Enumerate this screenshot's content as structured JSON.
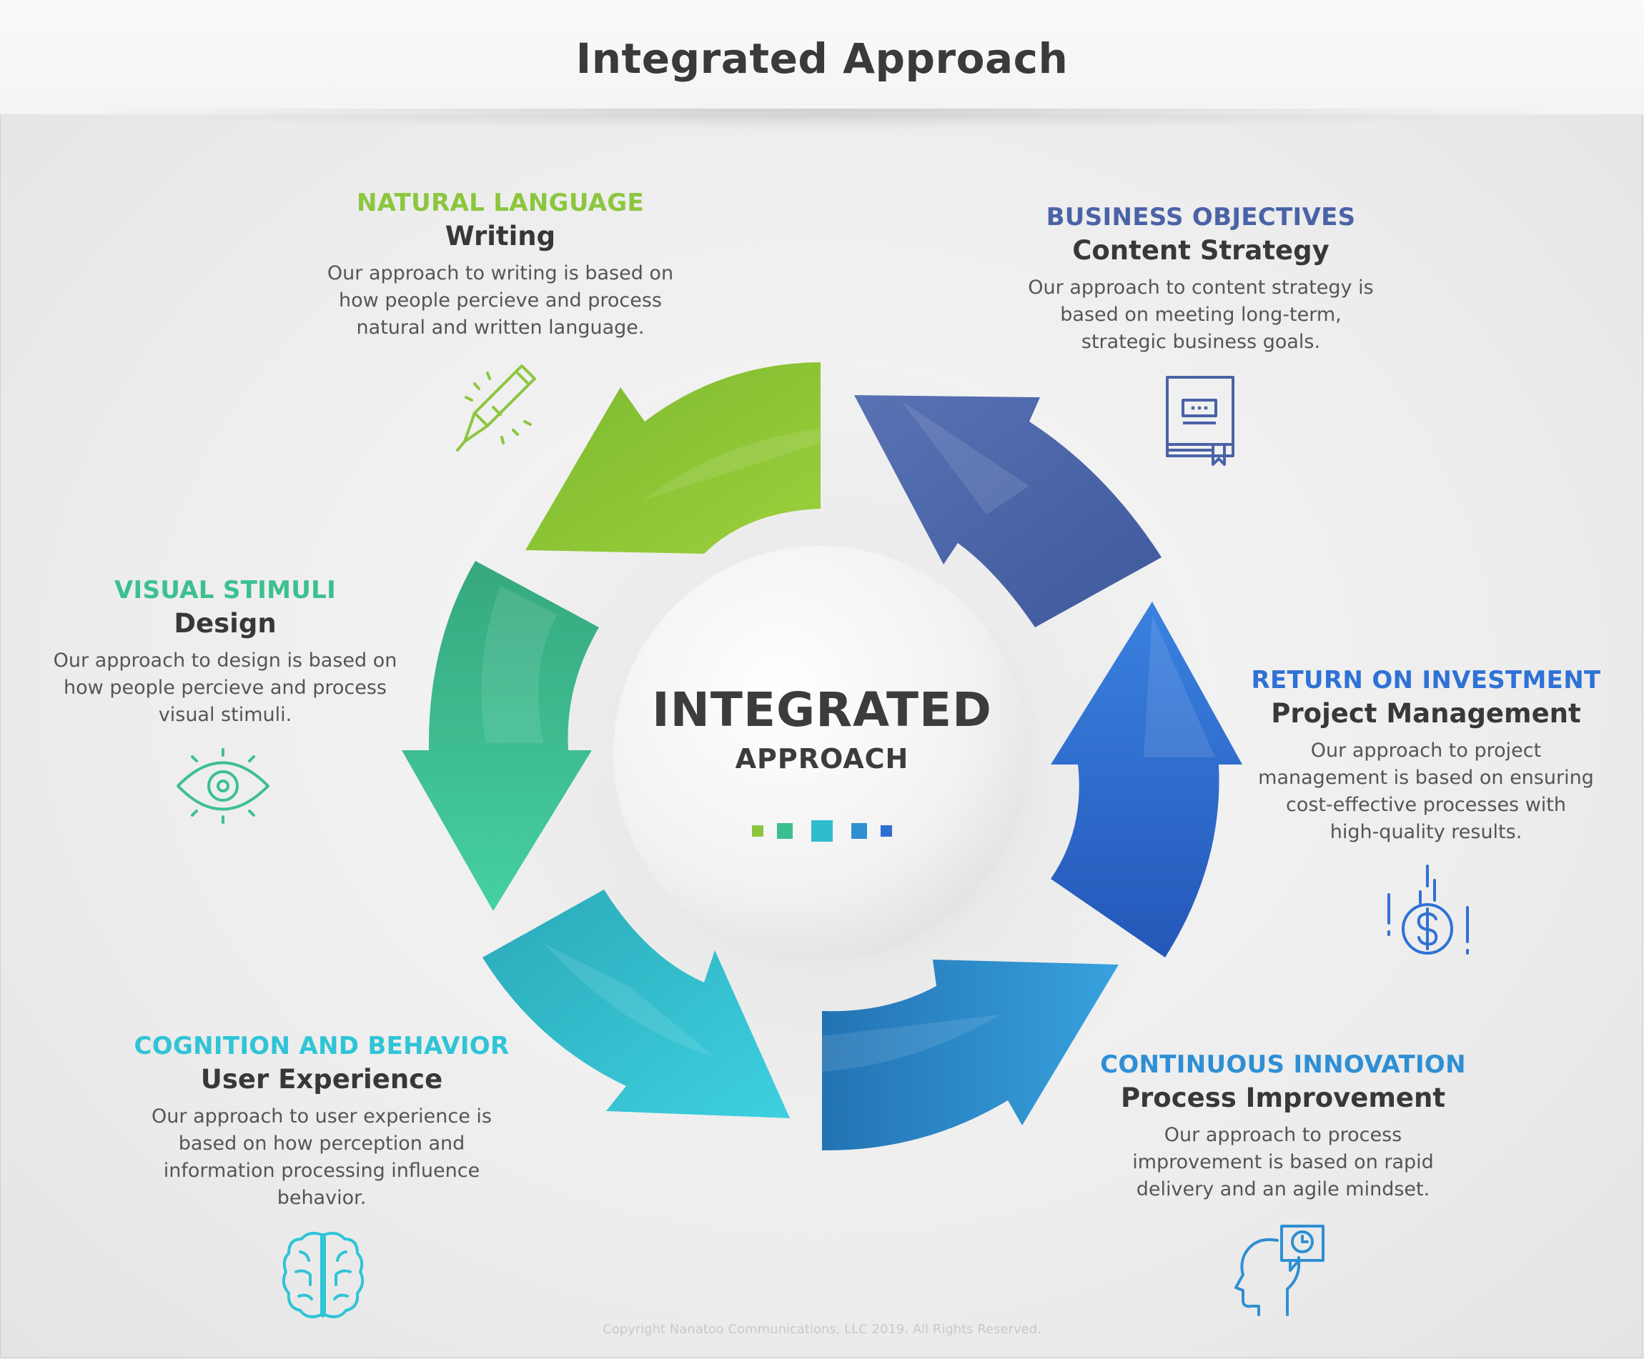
{
  "title": "Integrated Approach",
  "center": {
    "title": "INTEGRATED",
    "subtitle": "APPROACH",
    "dot_colors": [
      "#8cc63f",
      "#3cbf8f",
      "#2fbccc",
      "#2e8fd0",
      "#2f6fcf"
    ]
  },
  "segments": [
    {
      "id": "writing",
      "category": "NATURAL LANGUAGE",
      "name": "Writing",
      "description": [
        "Our approach to writing is based on",
        "how people percieve and process",
        "natural and written language."
      ],
      "color": "#8cc63f",
      "icon": "pen-icon"
    },
    {
      "id": "content-strategy",
      "category": "BUSINESS OBJECTIVES",
      "name": "Content Strategy",
      "description": [
        "Our approach to content strategy is",
        "based on meeting long-term,",
        "strategic business goals."
      ],
      "color": "#4a63a7",
      "icon": "book-icon"
    },
    {
      "id": "project-management",
      "category": "RETURN ON INVESTMENT",
      "name": "Project Management",
      "description": [
        "Our approach to project",
        "management is based on ensuring",
        "cost-effective processes with",
        "high-quality results."
      ],
      "color": "#2f72d6",
      "icon": "dollar-coin-icon"
    },
    {
      "id": "process-improvement",
      "category": "CONTINUOUS INNOVATION",
      "name": "Process Improvement",
      "description": [
        "Our approach to process",
        "improvement is based on rapid",
        "delivery and an agile mindset."
      ],
      "color": "#2f8fd4",
      "icon": "head-clock-icon"
    },
    {
      "id": "user-experience",
      "category": "COGNITION AND BEHAVIOR",
      "name": "User Experience",
      "description": [
        "Our approach to user experience is",
        "based on how perception and",
        "information processing influence",
        "behavior."
      ],
      "color": "#2fc4d6",
      "icon": "brain-icon"
    },
    {
      "id": "design",
      "category": "VISUAL STIMULI",
      "name": "Design",
      "description": [
        "Our approach to design is based on",
        "how people percieve and process",
        "visual stimuli."
      ],
      "color": "#3cc08f",
      "icon": "eye-icon"
    }
  ],
  "copyright": "Copyright Nanatoo Communications, LLC 2019. All Rights Reserved."
}
